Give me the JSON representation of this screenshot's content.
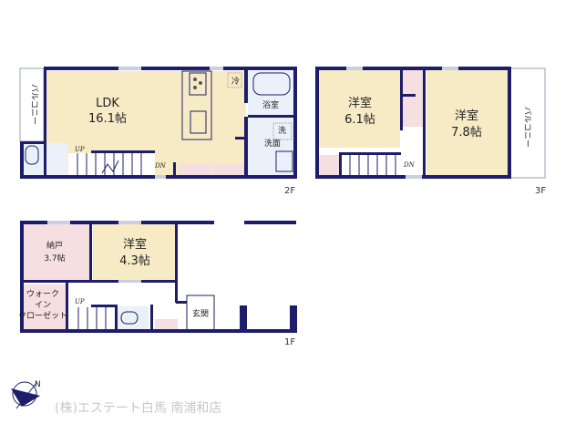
{
  "colors": {
    "wall": "#1d1d6b",
    "living_room": "#f7ebc6",
    "storage": "#f6dfe0",
    "wet_area": "#eaf1f8"
  },
  "floors": {
    "f2": {
      "label": "2F",
      "ldk": {
        "name": "LDK",
        "size": "16.1帖"
      },
      "balcony": "バルコニー",
      "bath": "浴室",
      "washroom": "洗面",
      "fridge": "冷",
      "washer": "洗",
      "up": "UP",
      "dn": "DN"
    },
    "f3": {
      "label": "3F",
      "room1": {
        "name": "洋室",
        "size": "6.1帖"
      },
      "room2": {
        "name": "洋室",
        "size": "7.8帖"
      },
      "balcony": "バルコニー",
      "dn": "DN"
    },
    "f1": {
      "label": "1F",
      "storage": {
        "name": "納戸",
        "size": "3.7帖"
      },
      "room": {
        "name": "洋室",
        "size": "4.3帖"
      },
      "wic": [
        "ウォーク",
        "イン",
        "クローゼット"
      ],
      "entrance": "玄関",
      "up": "UP"
    }
  },
  "compass": {
    "north": "N"
  },
  "company": "(株)エステート白馬 南浦和店"
}
